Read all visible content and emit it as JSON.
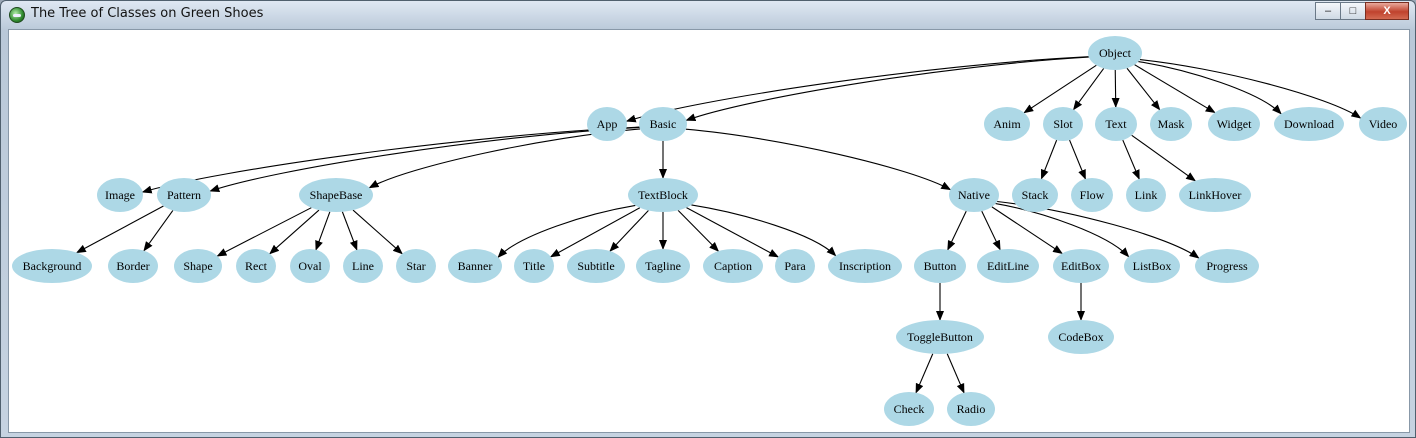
{
  "window": {
    "title": "The Tree of Classes on Green Shoes",
    "controls": {
      "minimize": "–",
      "maximize": "□",
      "close": "X"
    }
  },
  "diagram": {
    "type": "class-hierarchy-tree",
    "node_color": "#add8e6",
    "edge_color": "#000000",
    "nodes": [
      {
        "id": "Object",
        "label": "Object"
      },
      {
        "id": "App",
        "label": "App"
      },
      {
        "id": "Basic",
        "label": "Basic"
      },
      {
        "id": "Anim",
        "label": "Anim"
      },
      {
        "id": "Slot",
        "label": "Slot"
      },
      {
        "id": "Text",
        "label": "Text"
      },
      {
        "id": "Mask",
        "label": "Mask"
      },
      {
        "id": "Widget",
        "label": "Widget"
      },
      {
        "id": "Download",
        "label": "Download"
      },
      {
        "id": "Video",
        "label": "Video"
      },
      {
        "id": "Image",
        "label": "Image"
      },
      {
        "id": "Pattern",
        "label": "Pattern"
      },
      {
        "id": "ShapeBase",
        "label": "ShapeBase"
      },
      {
        "id": "TextBlock",
        "label": "TextBlock"
      },
      {
        "id": "Native",
        "label": "Native"
      },
      {
        "id": "Stack",
        "label": "Stack"
      },
      {
        "id": "Flow",
        "label": "Flow"
      },
      {
        "id": "Link",
        "label": "Link"
      },
      {
        "id": "LinkHover",
        "label": "LinkHover"
      },
      {
        "id": "Background",
        "label": "Background"
      },
      {
        "id": "Border",
        "label": "Border"
      },
      {
        "id": "Shape",
        "label": "Shape"
      },
      {
        "id": "Rect",
        "label": "Rect"
      },
      {
        "id": "Oval",
        "label": "Oval"
      },
      {
        "id": "Line",
        "label": "Line"
      },
      {
        "id": "Star",
        "label": "Star"
      },
      {
        "id": "Banner",
        "label": "Banner"
      },
      {
        "id": "Title",
        "label": "Title"
      },
      {
        "id": "Subtitle",
        "label": "Subtitle"
      },
      {
        "id": "Tagline",
        "label": "Tagline"
      },
      {
        "id": "Caption",
        "label": "Caption"
      },
      {
        "id": "Para",
        "label": "Para"
      },
      {
        "id": "Inscription",
        "label": "Inscription"
      },
      {
        "id": "Button",
        "label": "Button"
      },
      {
        "id": "EditLine",
        "label": "EditLine"
      },
      {
        "id": "EditBox",
        "label": "EditBox"
      },
      {
        "id": "ListBox",
        "label": "ListBox"
      },
      {
        "id": "Progress",
        "label": "Progress"
      },
      {
        "id": "ToggleButton",
        "label": "ToggleButton"
      },
      {
        "id": "CodeBox",
        "label": "CodeBox"
      },
      {
        "id": "Check",
        "label": "Check"
      },
      {
        "id": "Radio",
        "label": "Radio"
      }
    ],
    "edges": [
      [
        "Object",
        "App"
      ],
      [
        "Object",
        "Basic"
      ],
      [
        "Object",
        "Anim"
      ],
      [
        "Object",
        "Slot"
      ],
      [
        "Object",
        "Text"
      ],
      [
        "Object",
        "Mask"
      ],
      [
        "Object",
        "Widget"
      ],
      [
        "Object",
        "Download"
      ],
      [
        "Object",
        "Video"
      ],
      [
        "Basic",
        "Image"
      ],
      [
        "Basic",
        "Pattern"
      ],
      [
        "Basic",
        "ShapeBase"
      ],
      [
        "Basic",
        "TextBlock"
      ],
      [
        "Basic",
        "Native"
      ],
      [
        "Slot",
        "Stack"
      ],
      [
        "Slot",
        "Flow"
      ],
      [
        "Text",
        "Link"
      ],
      [
        "Text",
        "LinkHover"
      ],
      [
        "Pattern",
        "Background"
      ],
      [
        "Pattern",
        "Border"
      ],
      [
        "ShapeBase",
        "Shape"
      ],
      [
        "ShapeBase",
        "Rect"
      ],
      [
        "ShapeBase",
        "Oval"
      ],
      [
        "ShapeBase",
        "Line"
      ],
      [
        "ShapeBase",
        "Star"
      ],
      [
        "TextBlock",
        "Banner"
      ],
      [
        "TextBlock",
        "Title"
      ],
      [
        "TextBlock",
        "Subtitle"
      ],
      [
        "TextBlock",
        "Tagline"
      ],
      [
        "TextBlock",
        "Caption"
      ],
      [
        "TextBlock",
        "Para"
      ],
      [
        "TextBlock",
        "Inscription"
      ],
      [
        "Native",
        "Button"
      ],
      [
        "Native",
        "EditLine"
      ],
      [
        "Native",
        "EditBox"
      ],
      [
        "Native",
        "ListBox"
      ],
      [
        "Native",
        "Progress"
      ],
      [
        "Button",
        "ToggleButton"
      ],
      [
        "EditBox",
        "CodeBox"
      ],
      [
        "ToggleButton",
        "Check"
      ],
      [
        "ToggleButton",
        "Radio"
      ]
    ]
  }
}
